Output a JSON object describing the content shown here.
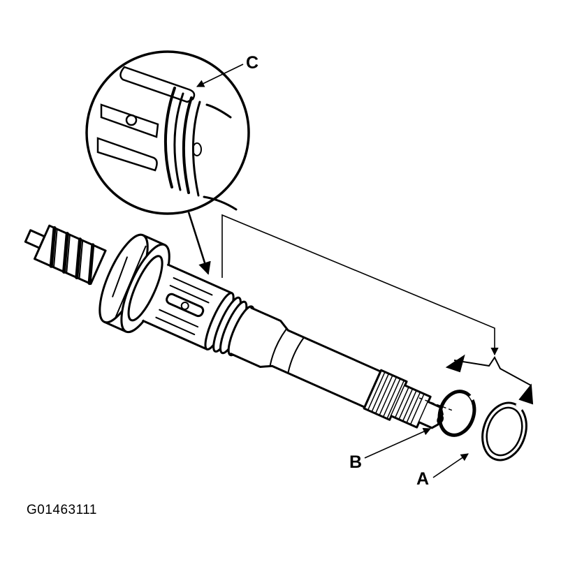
{
  "callouts": {
    "a": "A",
    "b": "B",
    "c": "C"
  },
  "figure_id": "G01463111",
  "colors": {
    "ink": "#000000",
    "paper": "#ffffff"
  }
}
